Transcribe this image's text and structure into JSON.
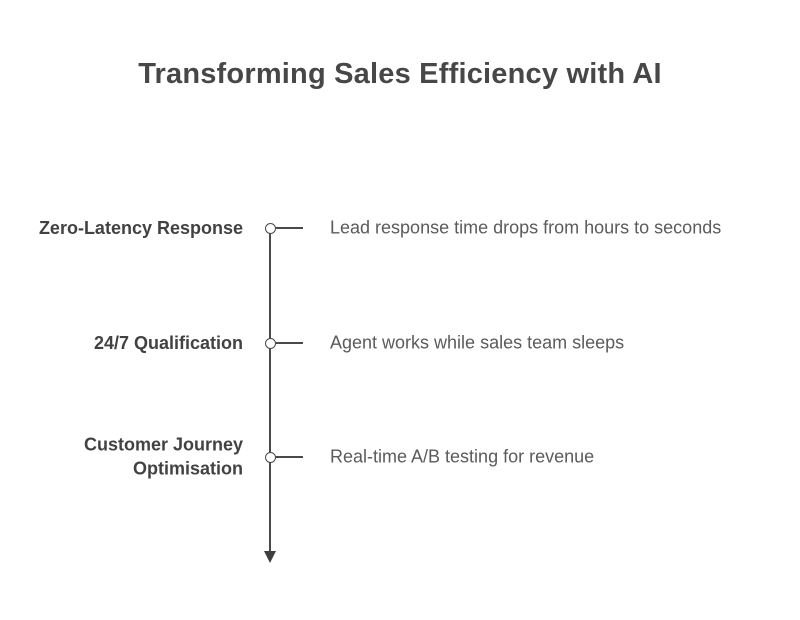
{
  "title": "Transforming Sales Efficiency with AI",
  "diagram": {
    "type": "vertical-timeline",
    "line_color": "#4a4a4a",
    "title_color": "#474747",
    "label_color": "#424242",
    "description_color": "#5b5b5b",
    "items": [
      {
        "label": "Zero-Latency Response",
        "description": "Lead response time drops from hours to seconds"
      },
      {
        "label": "24/7 Qualification",
        "description": "Agent works while sales team sleeps"
      },
      {
        "label": "Customer Journey\nOptimisation",
        "description": "Real-time A/B testing for revenue"
      }
    ]
  }
}
